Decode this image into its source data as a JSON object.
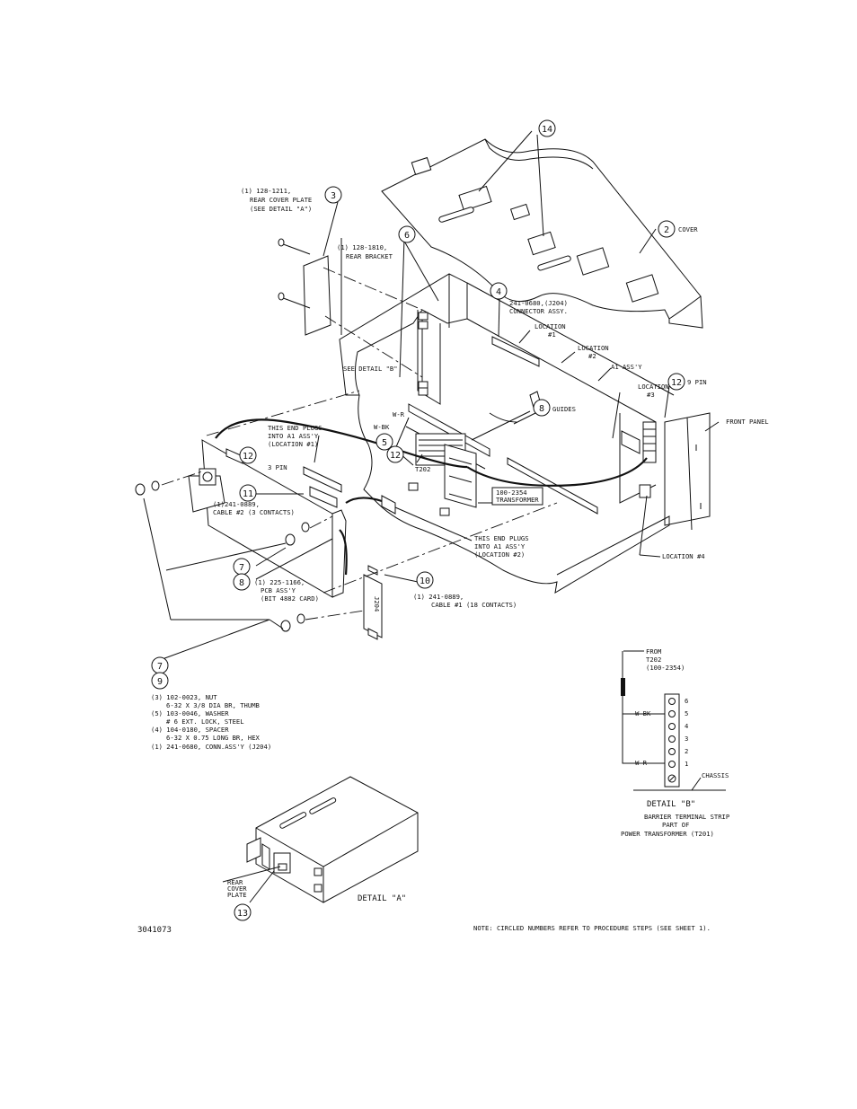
{
  "callouts": {
    "c14": "14",
    "c2": "2",
    "c3": "3",
    "c6": "6",
    "c4": "4",
    "c12a": "12",
    "c8": "8",
    "c5": "5",
    "c12b": "12",
    "c12c": "12",
    "c11": "11",
    "c7a": "7",
    "c8b": "8",
    "c10": "10",
    "c7b": "7",
    "c9": "9",
    "c13": "13"
  },
  "labels": {
    "cover": "COVER",
    "rear_cover_plate": [
      "(1) 128-1211,",
      "REAR COVER PLATE",
      "(SEE DETAIL \"A\")"
    ],
    "rear_bracket": [
      "(1) 128-1810,",
      "REAR BRACKET"
    ],
    "connector_assy": [
      "241-0680,(J204)",
      "CONNECTOR ASSY."
    ],
    "location1": [
      "LOCATION",
      "#1"
    ],
    "location2": [
      "LOCATION",
      "#2"
    ],
    "a1_assy": "A1 ASS'Y",
    "location3": [
      "LOCATION",
      "#3"
    ],
    "nine_pin": "9 PIN",
    "see_detail_b": "SEE DETAIL \"B\"",
    "guides": "GUIDES",
    "front_panel": "FRONT PANEL",
    "w_bk": "W-BK",
    "w_r": "W-R",
    "t202": "T202",
    "plug_loc1": [
      "THIS END PLUGS",
      "INTO A1 ASS'Y",
      "(LOCATION #1)"
    ],
    "three_pin": "3 PIN",
    "transformer_box": [
      "100-2354",
      "TRANSFORMER"
    ],
    "cable2": [
      "(1)241-0889,",
      "CABLE #2 (3 CONTACTS)"
    ],
    "plug_loc2": [
      "THIS END PLUGS",
      "INTO A1 ASS'Y",
      "(LOCATION #2)"
    ],
    "location4": "LOCATION #4",
    "pcb_assy": [
      "(1) 225-1166,",
      "PCB ASS'Y",
      "(BIT 4882 CARD)"
    ],
    "cable1": [
      "(1) 241-0889,",
      "CABLE #1 (18 CONTACTS)"
    ],
    "j204": "J204",
    "hardware": [
      "(3) 102-0023, NUT",
      "6-32 X 3/8 DIA BR, THUMB",
      "(5) 103-0046, WASHER",
      "# 6  EXT. LOCK, STEEL",
      "(4) 104-0180, SPACER",
      "6-32 X 0.75 LONG BR, HEX",
      "(1) 241-0680, CONN.ASS'Y (J204)"
    ],
    "detail_a": "DETAIL \"A\"",
    "rear_cover_plate_a": [
      "REAR",
      "COVER",
      "PLATE"
    ],
    "detail_b_from": [
      "FROM",
      "T202",
      "(100-2354)"
    ],
    "detail_b_wbk": "W-BK",
    "detail_b_wr": "W-R",
    "terminals": [
      "6",
      "5",
      "4",
      "3",
      "2",
      "1"
    ],
    "chassis": "CHASSIS",
    "detail_b": "DETAIL \"B\"",
    "detail_b_caption": [
      "BARRIER TERMINAL STRIP",
      "PART OF",
      "POWER TRANSFORMER (T201)"
    ],
    "drawing_number": "3041073",
    "note": "NOTE: CIRCLED NUMBERS REFER TO PROCEDURE STEPS (SEE SHEET 1)."
  }
}
